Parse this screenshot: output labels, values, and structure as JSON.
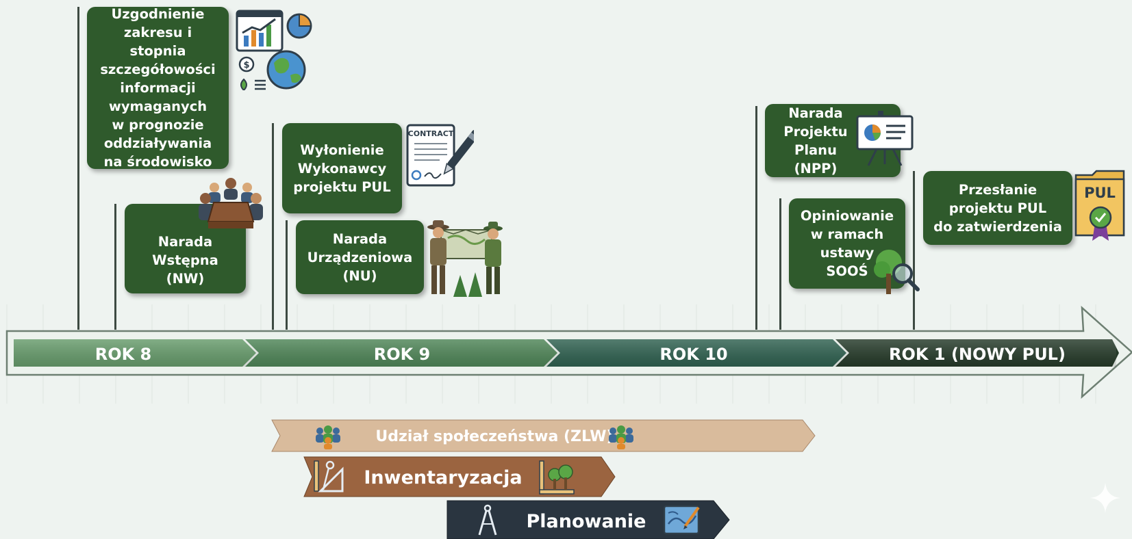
{
  "timeline": {
    "segments": [
      {
        "label": "ROK 8",
        "color": "#679c6c"
      },
      {
        "label": "ROK 9",
        "color": "#4f8658"
      },
      {
        "label": "ROK 10",
        "color": "#2f6150"
      },
      {
        "label": "ROK 1 (NOWY PUL)",
        "color": "#253a29"
      }
    ]
  },
  "milestones": [
    {
      "id": "uzgodnienie",
      "text": "Uzgodnienie\nzakresu i stopnia\nszczegółowości\ninformacji\nwymaganych\nw prognozie\noddziaływania\nna środowisko",
      "icon": "chart-globe-icon"
    },
    {
      "id": "nw",
      "text": "Narada\nWstępna\n(NW)",
      "icon": "meeting-icon"
    },
    {
      "id": "wylonienie",
      "text": "Wyłonienie\nWykonawcy\nprojektu PUL",
      "icon": "contract-icon"
    },
    {
      "id": "nu",
      "text": "Narada\nUrządzeniowa\n(NU)",
      "icon": "foresters-icon"
    },
    {
      "id": "npp",
      "text": "Narada\nProjektu\nPlanu (NPP)",
      "icon": "presentation-board-icon"
    },
    {
      "id": "sous",
      "text": "Opiniowanie\nw ramach\nustawy\nSOOŚ",
      "icon": "tree-magnifier-icon"
    },
    {
      "id": "przeslanie",
      "text": "Przesłanie\nprojektu PUL\ndo zatwierdzenia",
      "icon": "pul-folder-icon"
    }
  ],
  "icon_labels": {
    "contract": "CONTRACT",
    "pul": "PUL"
  },
  "phases": [
    {
      "label": "Udział społeczeństwa (ZLW)",
      "color": "#d9bb9c",
      "icon": "people-group-icon"
    },
    {
      "label": "Inwentaryzacja",
      "color": "#9b6440",
      "icon": "measuring-tools-icon"
    },
    {
      "label": "Planowanie",
      "color": "#2a3540",
      "icon": "compass-icon"
    }
  ]
}
